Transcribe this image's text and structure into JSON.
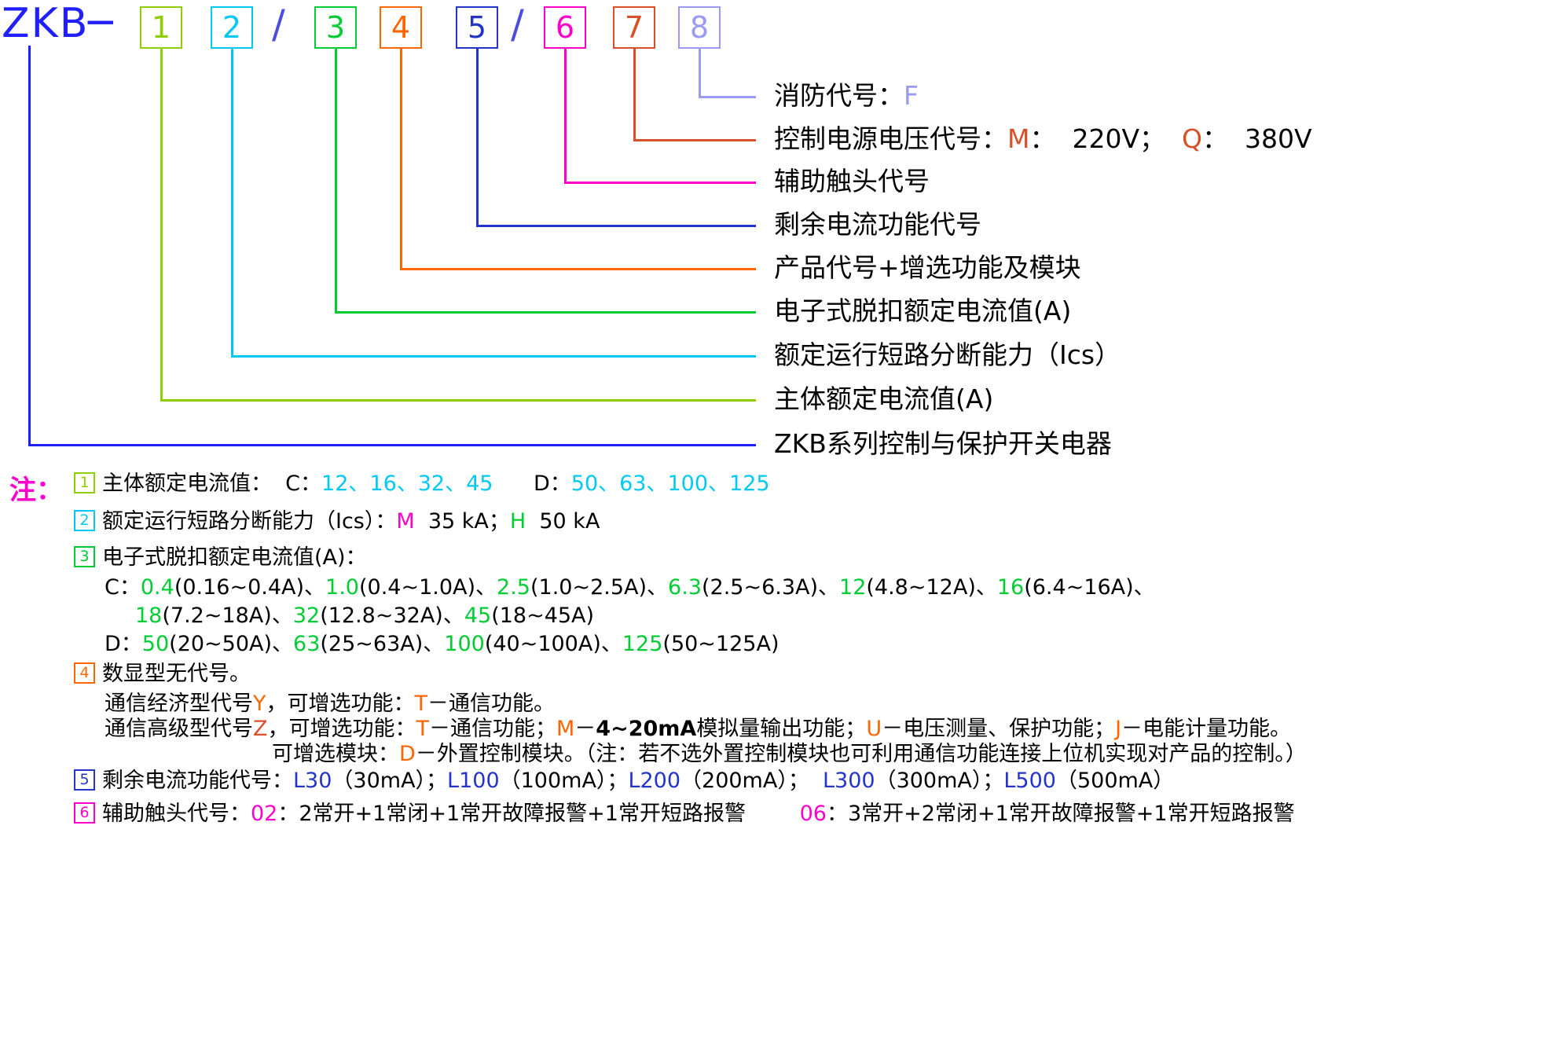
{
  "palette": {
    "blue": "#1f1fff",
    "navy": "#2433c8",
    "lime": "#8fce00",
    "cyan": "#00c8f5",
    "green": "#00cc33",
    "orange": "#ff6600",
    "vermilion": "#d8502a",
    "magenta": "#ff00cc",
    "periwinkle": "#9a9af5",
    "slate": "#4d4de0",
    "black": "#000000"
  },
  "model": {
    "prefix": "ZKB",
    "dash": "−",
    "slash": "/",
    "boxes": [
      {
        "label": "1",
        "color": "lime"
      },
      {
        "label": "2",
        "color": "cyan"
      },
      {
        "label": "3",
        "color": "green"
      },
      {
        "label": "4",
        "color": "orange"
      },
      {
        "label": "5",
        "color": "navy"
      },
      {
        "label": "6",
        "color": "magenta"
      },
      {
        "label": "7",
        "color": "vermilion"
      },
      {
        "label": "8",
        "color": "periwinkle"
      }
    ]
  },
  "callouts": [
    {
      "id": "fire-code",
      "segments": [
        {
          "t": "消防代号：",
          "c": "black"
        },
        {
          "t": "F",
          "c": "periwinkle"
        }
      ]
    },
    {
      "id": "control-voltage",
      "segments": [
        {
          "t": "控制电源电压代号：",
          "c": "black"
        },
        {
          "t": "M",
          "c": "vermilion"
        },
        {
          "t": "：  220V；  ",
          "c": "black"
        },
        {
          "t": "Q",
          "c": "vermilion"
        },
        {
          "t": "：  380V",
          "c": "black"
        }
      ]
    },
    {
      "id": "auxiliary-contact",
      "segments": [
        {
          "t": "辅助触头代号",
          "c": "black"
        }
      ]
    },
    {
      "id": "residual-current",
      "segments": [
        {
          "t": "剩余电流功能代号",
          "c": "black"
        }
      ]
    },
    {
      "id": "product-code",
      "segments": [
        {
          "t": "产品代号+增选功能及模块",
          "c": "black"
        }
      ]
    },
    {
      "id": "electronic-trip-current",
      "segments": [
        {
          "t": "电子式脱扣额定电流值(A)",
          "c": "black"
        }
      ]
    },
    {
      "id": "breaking-capacity",
      "segments": [
        {
          "t": "额定运行短路分断能力（Ics）",
          "c": "black"
        }
      ]
    },
    {
      "id": "main-rated-current",
      "segments": [
        {
          "t": "主体额定电流值(A)",
          "c": "black"
        }
      ]
    },
    {
      "id": "series-name",
      "segments": [
        {
          "t": "ZKB系列控制与保护开关电器",
          "c": "black"
        }
      ]
    }
  ],
  "notes": {
    "heading": "注：",
    "items": [
      {
        "marker": "1",
        "color": "lime",
        "lines": [
          [
            {
              "t": "主体额定电流值：  C：",
              "c": "black"
            },
            {
              "t": "12、16、32、45",
              "c": "cyan"
            },
            {
              "t": "      D：",
              "c": "black"
            },
            {
              "t": "50、63、100、125",
              "c": "cyan"
            }
          ]
        ]
      },
      {
        "marker": "2",
        "color": "cyan",
        "lines": [
          [
            {
              "t": "额定运行短路分断能力（Ics）：",
              "c": "black"
            },
            {
              "t": "M",
              "c": "magenta"
            },
            {
              "t": "  35 kA；",
              "c": "black"
            },
            {
              "t": "H",
              "c": "green"
            },
            {
              "t": "  50 kA",
              "c": "black"
            }
          ]
        ]
      },
      {
        "marker": "3",
        "color": "green",
        "lines": [
          [
            {
              "t": "电子式脱扣额定电流值(A)：",
              "c": "black"
            }
          ],
          [
            {
              "t": "C：",
              "c": "black"
            },
            {
              "t": "0.4",
              "c": "green"
            },
            {
              "t": "(0.16~0.4A)、",
              "c": "black"
            },
            {
              "t": "1.0",
              "c": "green"
            },
            {
              "t": "(0.4~1.0A)、",
              "c": "black"
            },
            {
              "t": "2.5",
              "c": "green"
            },
            {
              "t": "(1.0~2.5A)、",
              "c": "black"
            },
            {
              "t": "6.3",
              "c": "green"
            },
            {
              "t": "(2.5~6.3A)、",
              "c": "black"
            },
            {
              "t": "12",
              "c": "green"
            },
            {
              "t": "(4.8~12A)、",
              "c": "black"
            },
            {
              "t": "16",
              "c": "green"
            },
            {
              "t": "(6.4~16A)、",
              "c": "black"
            }
          ],
          [
            {
              "t": "18",
              "c": "green"
            },
            {
              "t": "(7.2~18A)、",
              "c": "black"
            },
            {
              "t": "32",
              "c": "green"
            },
            {
              "t": "(12.8~32A)、",
              "c": "black"
            },
            {
              "t": "45",
              "c": "green"
            },
            {
              "t": "(18~45A)",
              "c": "black"
            }
          ],
          [
            {
              "t": "D：",
              "c": "black"
            },
            {
              "t": "50",
              "c": "green"
            },
            {
              "t": "(20~50A)、",
              "c": "black"
            },
            {
              "t": "63",
              "c": "green"
            },
            {
              "t": "(25~63A)、",
              "c": "black"
            },
            {
              "t": "100",
              "c": "green"
            },
            {
              "t": "(40~100A)、",
              "c": "black"
            },
            {
              "t": "125",
              "c": "green"
            },
            {
              "t": "(50~125A)",
              "c": "black"
            }
          ]
        ]
      },
      {
        "marker": "4",
        "color": "orange",
        "lines": [
          [
            {
              "t": "数显型无代号。",
              "c": "black"
            }
          ],
          [
            {
              "t": "通信经济型代号",
              "c": "black"
            },
            {
              "t": "Y",
              "c": "orange"
            },
            {
              "t": "，可增选功能：",
              "c": "black"
            },
            {
              "t": "T",
              "c": "orange"
            },
            {
              "t": "－通信功能。",
              "c": "black"
            }
          ],
          [
            {
              "t": "通信高级型代号",
              "c": "black"
            },
            {
              "t": "Z",
              "c": "vermilion"
            },
            {
              "t": "，可增选功能：",
              "c": "black"
            },
            {
              "t": "T",
              "c": "orange"
            },
            {
              "t": "－通信功能；",
              "c": "black"
            },
            {
              "t": "M",
              "c": "orange"
            },
            {
              "t": "－",
              "c": "black"
            },
            {
              "t": "4~20mA",
              "c": "black",
              "b": 1
            },
            {
              "t": "模拟量输出功能；",
              "c": "black"
            },
            {
              "t": "U",
              "c": "orange"
            },
            {
              "t": "－电压测量、保护功能；",
              "c": "black"
            },
            {
              "t": "J",
              "c": "orange"
            },
            {
              "t": "－电能计量功能。",
              "c": "black"
            }
          ],
          [
            {
              "t": "可增选模块：",
              "c": "black"
            },
            {
              "t": "D",
              "c": "orange"
            },
            {
              "t": "－外置控制模块。（注：若不选外置控制模块也可利用通信功能连接上位机实现对产品的控制。）",
              "c": "black"
            }
          ]
        ]
      },
      {
        "marker": "5",
        "color": "navy",
        "lines": [
          [
            {
              "t": "剩余电流功能代号：",
              "c": "black"
            },
            {
              "t": "L30",
              "c": "navy"
            },
            {
              "t": "（30mA）；",
              "c": "black"
            },
            {
              "t": "L100",
              "c": "navy"
            },
            {
              "t": "（100mA）；",
              "c": "black"
            },
            {
              "t": "L200",
              "c": "navy"
            },
            {
              "t": "（200mA）；  ",
              "c": "black"
            },
            {
              "t": "L300",
              "c": "navy"
            },
            {
              "t": "（300mA）；",
              "c": "black"
            },
            {
              "t": "L500",
              "c": "navy"
            },
            {
              "t": "（500mA）",
              "c": "black"
            }
          ]
        ]
      },
      {
        "marker": "6",
        "color": "magenta",
        "lines": [
          [
            {
              "t": "辅助触头代号：",
              "c": "black"
            },
            {
              "t": "02",
              "c": "magenta"
            },
            {
              "t": "：2常开+1常闭+1常开故障报警+1常开短路报警",
              "c": "black"
            },
            {
              "t": "        ",
              "c": "black"
            },
            {
              "t": "06",
              "c": "magenta"
            },
            {
              "t": "：3常开+2常闭+1常开故障报警+1常开短路报警",
              "c": "black"
            }
          ]
        ]
      }
    ]
  }
}
